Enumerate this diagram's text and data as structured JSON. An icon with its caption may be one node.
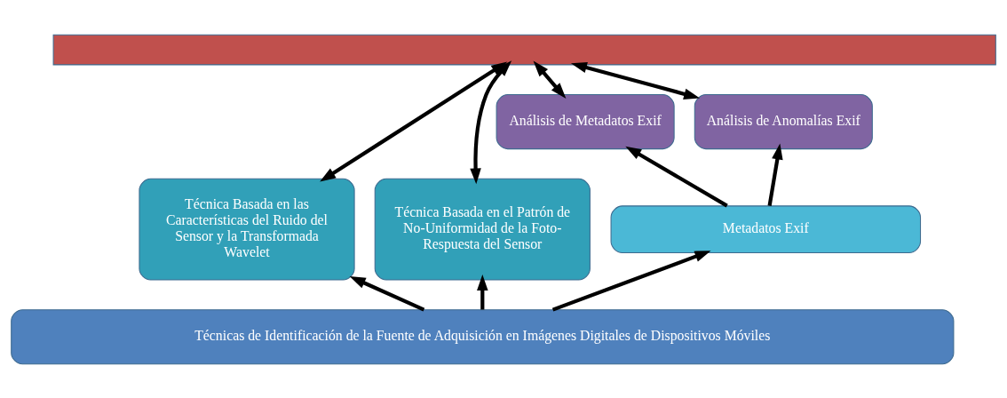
{
  "diagram": {
    "nodes": [
      {
        "text": [],
        "shape": "bar"
      },
      {
        "text": [
          "Análisis de Metadatos Exif"
        ]
      },
      {
        "text": [
          "Análisis de Anomalías Exif"
        ]
      },
      {
        "text": [
          "Técnica Basada en las Características del Ruido del Sensor y la Transformada Wavelet"
        ]
      },
      {
        "text": [
          "Técnica Basada en el Patrón de No-Uniformidad de la Foto-Respuesta del Sensor"
        ]
      },
      {
        "text": [
          "Metadatos Exif"
        ]
      },
      {
        "text": [
          "Técnicas de Identificación de la Fuente de Adquisición en Imágenes Digitales de Dispositivos Móviles"
        ]
      }
    ],
    "edges": [
      {
        "from": 1,
        "to": 0,
        "arrow": "both"
      },
      {
        "from": 2,
        "to": 0,
        "arrow": "both"
      },
      {
        "from": 3,
        "to": 0,
        "arrow": "both"
      },
      {
        "from": 4,
        "to": 0,
        "arrow": "both"
      },
      {
        "from": 5,
        "to": 1,
        "arrow": "to"
      },
      {
        "from": 5,
        "to": 2,
        "arrow": "to"
      },
      {
        "from": 6,
        "to": 5,
        "arrow": "to"
      },
      {
        "from": 6,
        "to": 3,
        "arrow": "to"
      },
      {
        "from": 6,
        "to": 4,
        "arrow": "to"
      }
    ]
  }
}
